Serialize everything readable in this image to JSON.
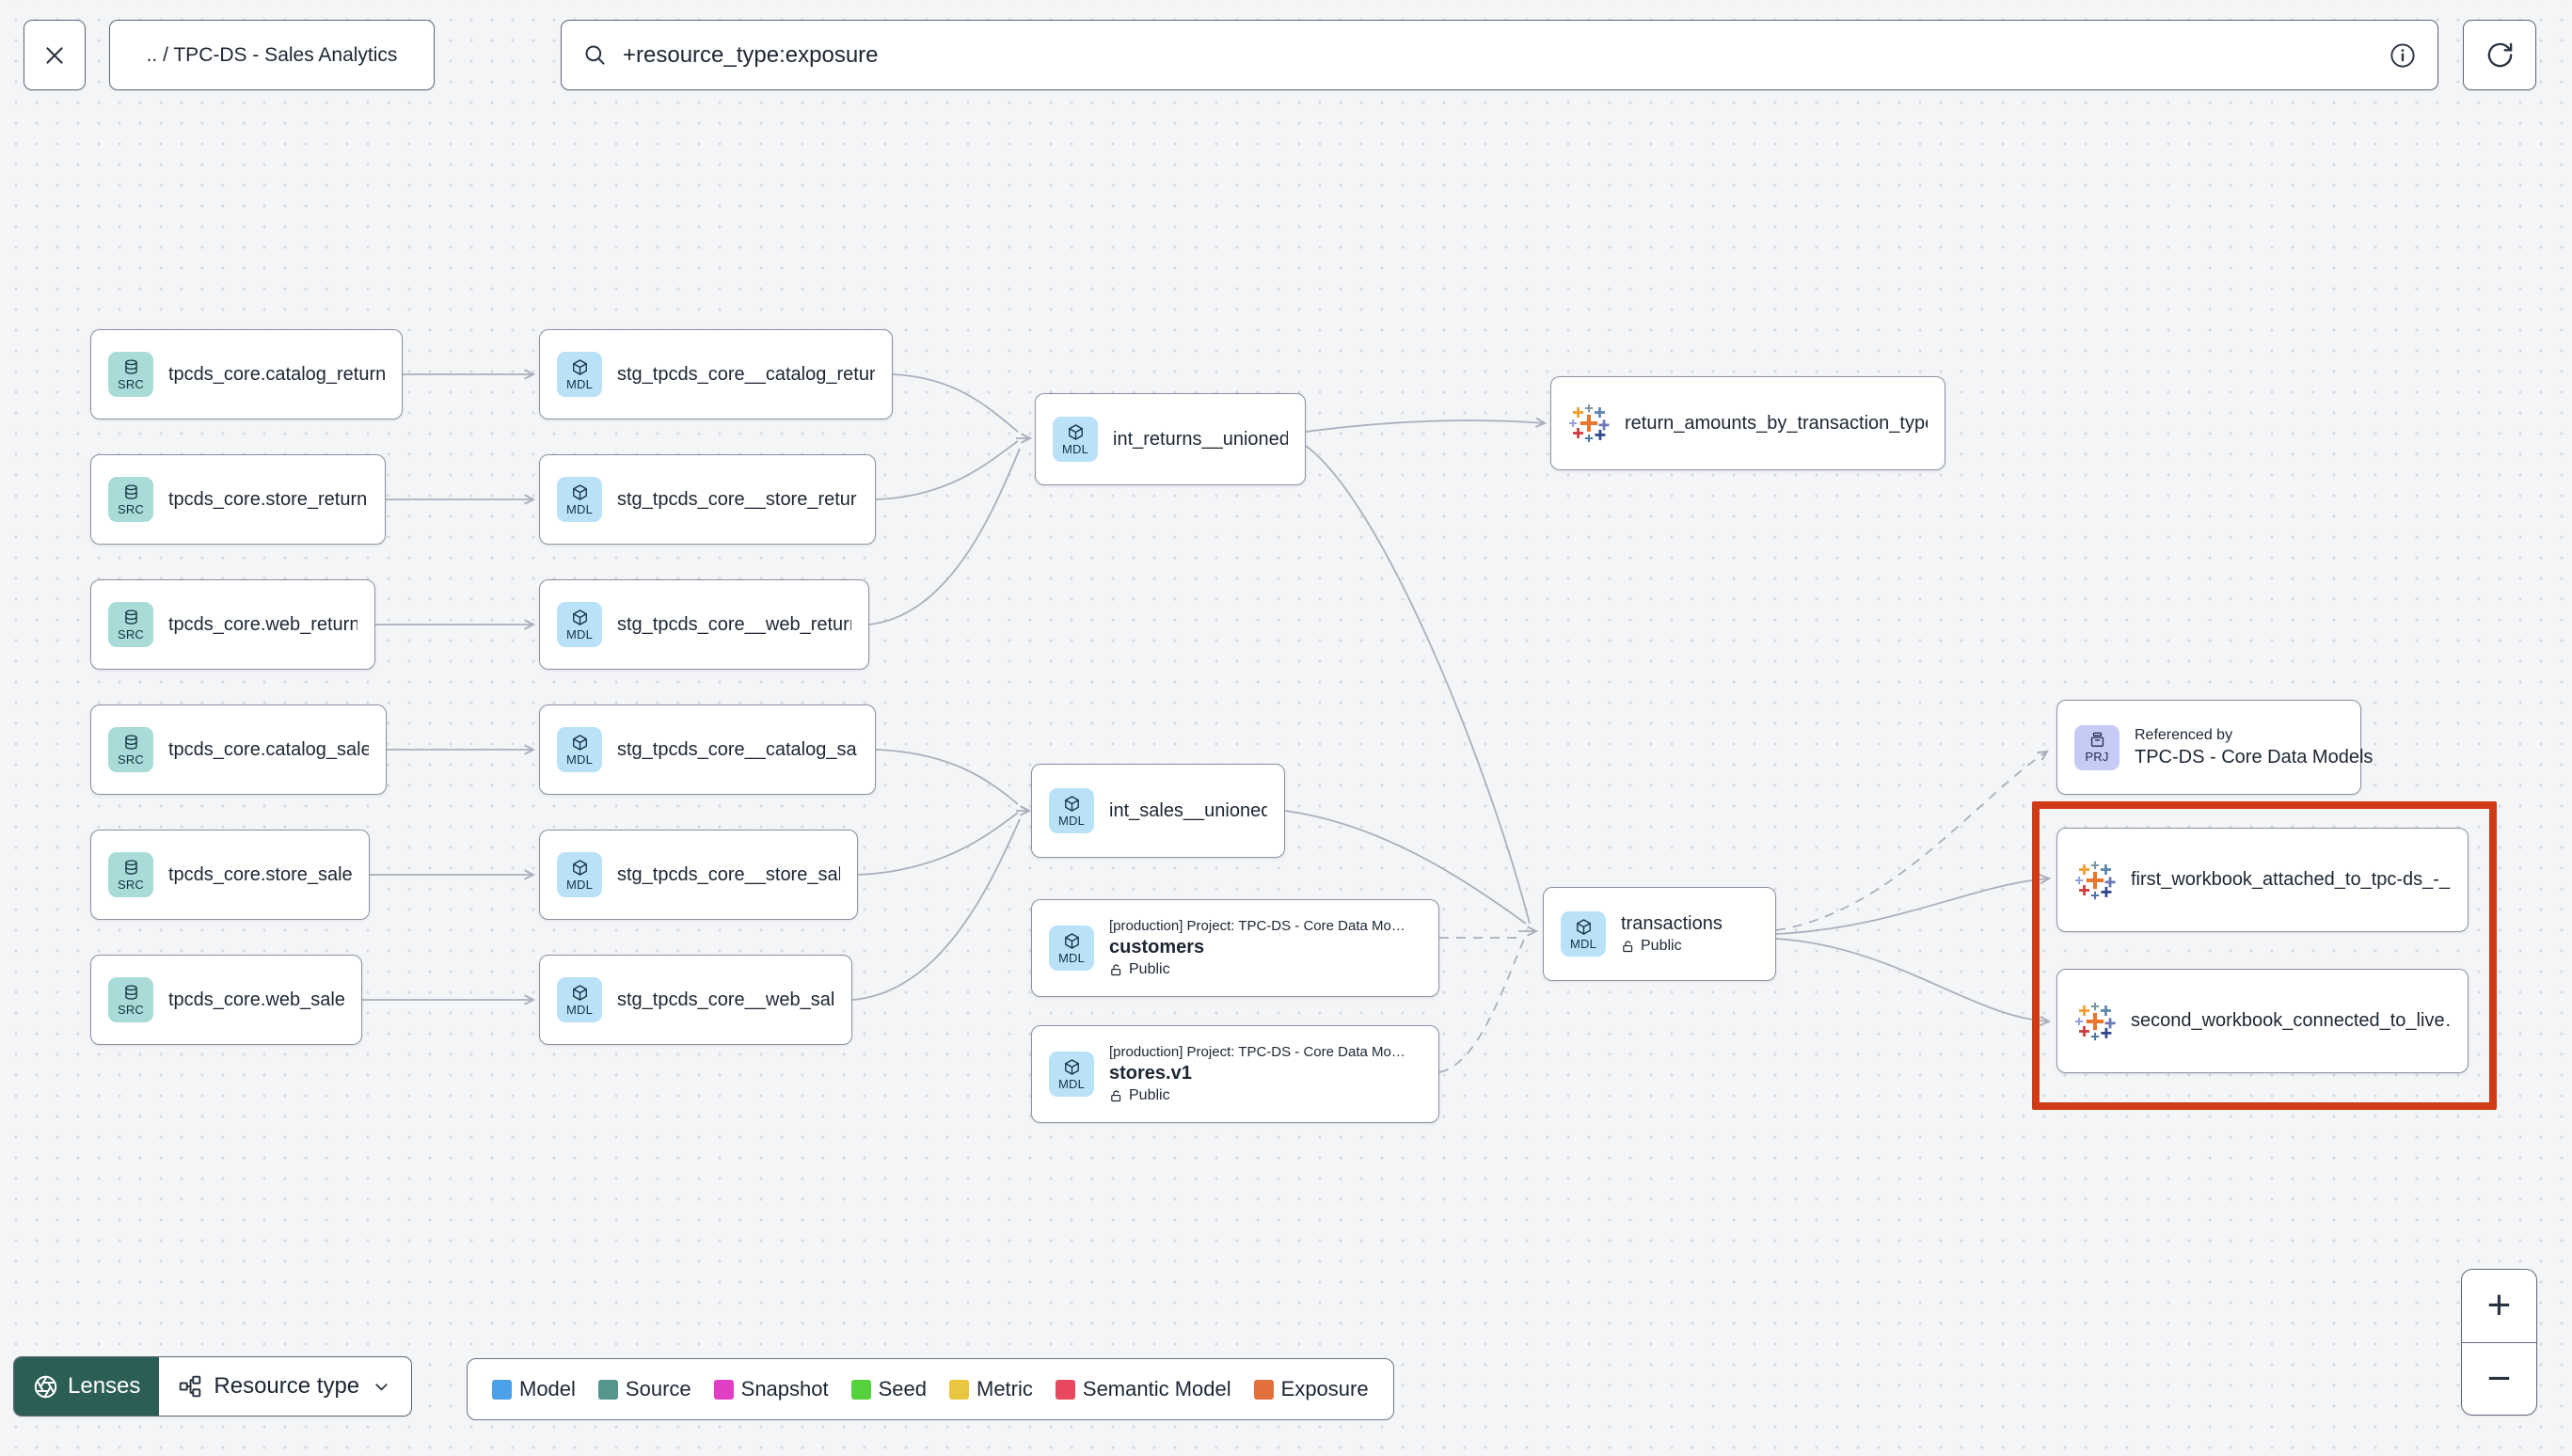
{
  "topbar": {
    "breadcrumb": ".. / TPC-DS - Sales Analytics",
    "search": {
      "value": "+resource_type:exposure"
    }
  },
  "graph": {
    "sources": [
      {
        "badge": "SRC",
        "label": "tpcds_core.catalog_returns"
      },
      {
        "badge": "SRC",
        "label": "tpcds_core.store_returns"
      },
      {
        "badge": "SRC",
        "label": "tpcds_core.web_returns"
      },
      {
        "badge": "SRC",
        "label": "tpcds_core.catalog_sales"
      },
      {
        "badge": "SRC",
        "label": "tpcds_core.store_sales"
      },
      {
        "badge": "SRC",
        "label": "tpcds_core.web_sales"
      }
    ],
    "staging": [
      {
        "badge": "MDL",
        "label": "stg_tpcds_core__catalog_returns"
      },
      {
        "badge": "MDL",
        "label": "stg_tpcds_core__store_returns"
      },
      {
        "badge": "MDL",
        "label": "stg_tpcds_core__web_returns"
      },
      {
        "badge": "MDL",
        "label": "stg_tpcds_core__catalog_sales"
      },
      {
        "badge": "MDL",
        "label": "stg_tpcds_core__store_sales"
      },
      {
        "badge": "MDL",
        "label": "stg_tpcds_core__web_sales"
      }
    ],
    "int_returns": {
      "badge": "MDL",
      "label": "int_returns__unioned"
    },
    "int_sales": {
      "badge": "MDL",
      "label": "int_sales__unioned"
    },
    "return_amounts": {
      "label": "return_amounts_by_transaction_type"
    },
    "customers": {
      "badge": "MDL",
      "project": "[production] Project: TPC-DS - Core Data Mo…",
      "label": "customers",
      "visibility": "Public"
    },
    "stores": {
      "badge": "MDL",
      "project": "[production] Project: TPC-DS - Core Data Mo…",
      "label": "stores.v1",
      "visibility": "Public"
    },
    "transactions": {
      "badge": "MDL",
      "label": "transactions",
      "visibility": "Public"
    },
    "referenced_by": {
      "badge": "PRJ",
      "title": "Referenced by",
      "label": "TPC-DS - Core Data Models"
    },
    "workbooks": [
      {
        "label": "first_workbook_attached_to_tpc-ds_-_…"
      },
      {
        "label": "second_workbook_connected_to_live…"
      }
    ],
    "edges": [
      [
        "tpcds_core.catalog_returns",
        "stg_tpcds_core__catalog_returns"
      ],
      [
        "tpcds_core.store_returns",
        "stg_tpcds_core__store_returns"
      ],
      [
        "tpcds_core.web_returns",
        "stg_tpcds_core__web_returns"
      ],
      [
        "tpcds_core.catalog_sales",
        "stg_tpcds_core__catalog_sales"
      ],
      [
        "tpcds_core.store_sales",
        "stg_tpcds_core__store_sales"
      ],
      [
        "tpcds_core.web_sales",
        "stg_tpcds_core__web_sales"
      ],
      [
        "stg_tpcds_core__catalog_returns",
        "int_returns__unioned"
      ],
      [
        "stg_tpcds_core__store_returns",
        "int_returns__unioned"
      ],
      [
        "stg_tpcds_core__web_returns",
        "int_returns__unioned"
      ],
      [
        "stg_tpcds_core__catalog_sales",
        "int_sales__unioned"
      ],
      [
        "stg_tpcds_core__store_sales",
        "int_sales__unioned"
      ],
      [
        "stg_tpcds_core__web_sales",
        "int_sales__unioned"
      ],
      [
        "int_returns__unioned",
        "return_amounts_by_transaction_type"
      ],
      [
        "int_returns__unioned",
        "transactions"
      ],
      [
        "int_sales__unioned",
        "transactions"
      ],
      [
        "customers",
        "transactions"
      ],
      [
        "stores.v1",
        "transactions"
      ],
      [
        "transactions",
        "TPC-DS - Core Data Models"
      ],
      [
        "transactions",
        "first_workbook_attached_to_tpc-ds_-_…"
      ],
      [
        "transactions",
        "second_workbook_connected_to_live…"
      ]
    ]
  },
  "footer": {
    "lenses_label": "Lenses",
    "resource_type_label": "Resource type",
    "legend": [
      {
        "label": "Model",
        "color": "#4ba0e8"
      },
      {
        "label": "Source",
        "color": "#55958e"
      },
      {
        "label": "Snapshot",
        "color": "#e03fc4"
      },
      {
        "label": "Seed",
        "color": "#56d13e"
      },
      {
        "label": "Metric",
        "color": "#e9c63f"
      },
      {
        "label": "Semantic Model",
        "color": "#e7485f"
      },
      {
        "label": "Exposure",
        "color": "#e2703c"
      }
    ],
    "zoom_in": "+",
    "zoom_out": "−"
  },
  "colors": {
    "highlight_box": "#cf3a17",
    "edge": "#a9b0bc",
    "badge_src_bg": "#a9dcd8",
    "badge_mdl_bg": "#b9e1f8",
    "badge_prj_bg": "#c6cbf5",
    "lenses_bg": "#2b5e55"
  }
}
